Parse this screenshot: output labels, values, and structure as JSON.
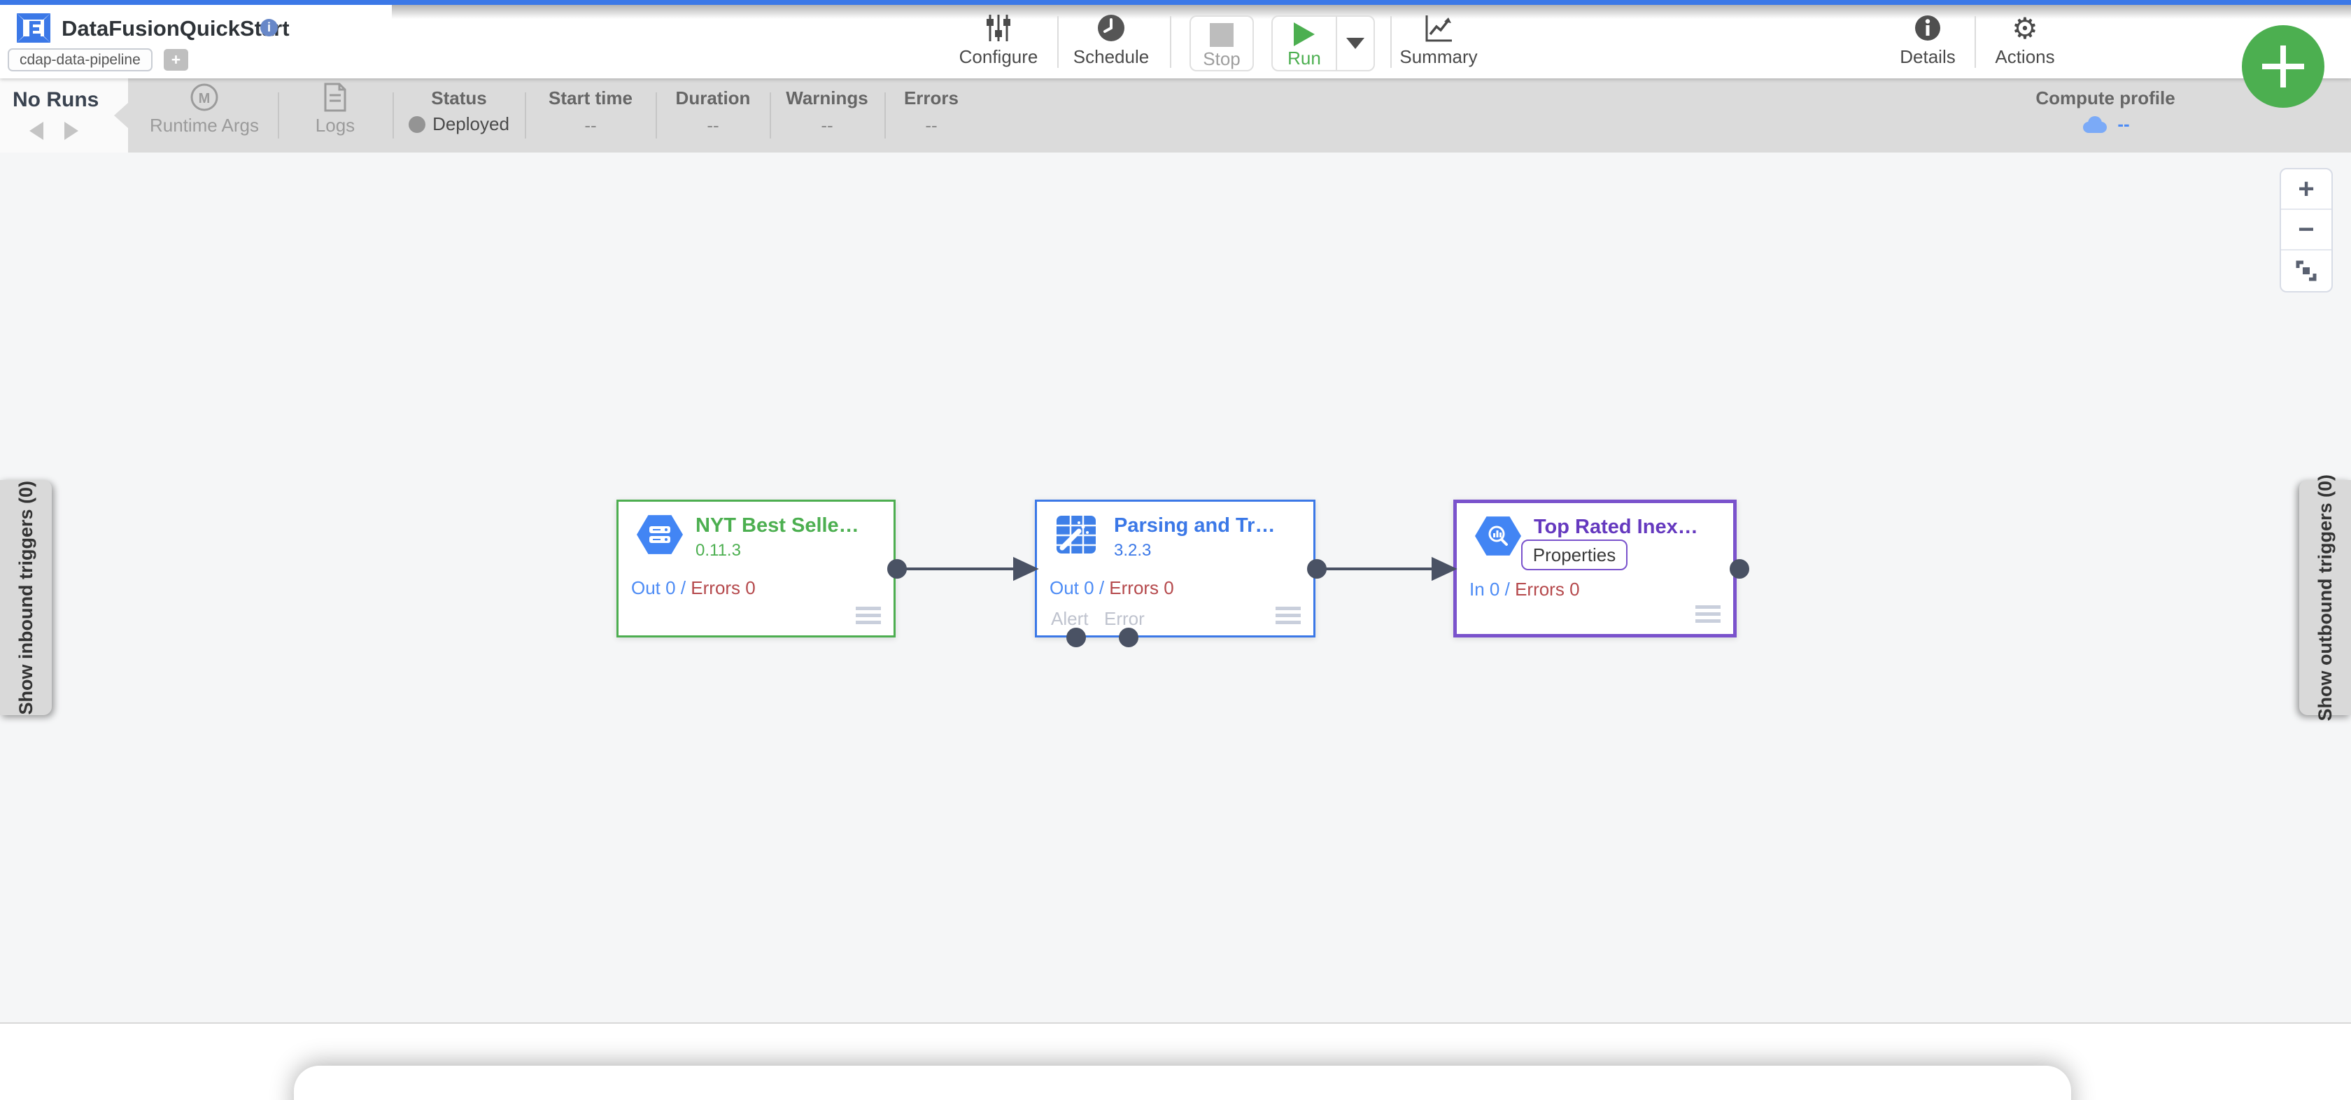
{
  "header": {
    "title": "DataFusionQuickStart",
    "info_icon": "i",
    "tag": "cdap-data-pipeline",
    "tag_add": "+",
    "configure_label": "Configure",
    "schedule_label": "Schedule",
    "stop_label": "Stop",
    "run_label": "Run",
    "summary_label": "Summary",
    "details_label": "Details",
    "actions_label": "Actions",
    "actions_icon": "⚙"
  },
  "run_bar": {
    "no_runs": "No Runs",
    "runtime_args": "Runtime Args",
    "runtime_args_icon": "M",
    "logs": "Logs",
    "status_label": "Status",
    "status_value": "Deployed",
    "start_time_label": "Start time",
    "start_time_value": "--",
    "duration_label": "Duration",
    "duration_value": "--",
    "warnings_label": "Warnings",
    "warnings_value": "--",
    "errors_label": "Errors",
    "errors_value": "--",
    "compute_profile_label": "Compute profile",
    "compute_profile_value": "--"
  },
  "canvas": {
    "inbound_triggers": "Show inbound triggers (0)",
    "outbound_triggers": "Show outbound triggers (0)",
    "zoom_in": "+",
    "zoom_out": "−",
    "nodes": [
      {
        "title": "NYT Best Selle…",
        "version": "0.11.3",
        "metric_out": "Out 0 /",
        "metric_errors": "Errors 0",
        "accent": "#4caf50"
      },
      {
        "title": "Parsing and Tr…",
        "version": "3.2.3",
        "metric_out": "Out 0 /",
        "metric_errors": "Errors 0",
        "alert_port": "Alert",
        "error_port": "Error",
        "accent": "#3b78e7"
      },
      {
        "title": "Top Rated Inex…",
        "properties_label": "Properties",
        "metric_in": "In 0 /",
        "metric_errors": "Errors 0",
        "accent": "#7a52cc"
      }
    ],
    "colors": {
      "port": "#4a5264",
      "metric_blue": "#4c8bf5",
      "metric_red": "#b5494c",
      "green": "#4caf50",
      "blue": "#3b78e7",
      "purple": "#7a52cc",
      "fab": "#4caf50",
      "cloud": "#7baaf7"
    }
  }
}
